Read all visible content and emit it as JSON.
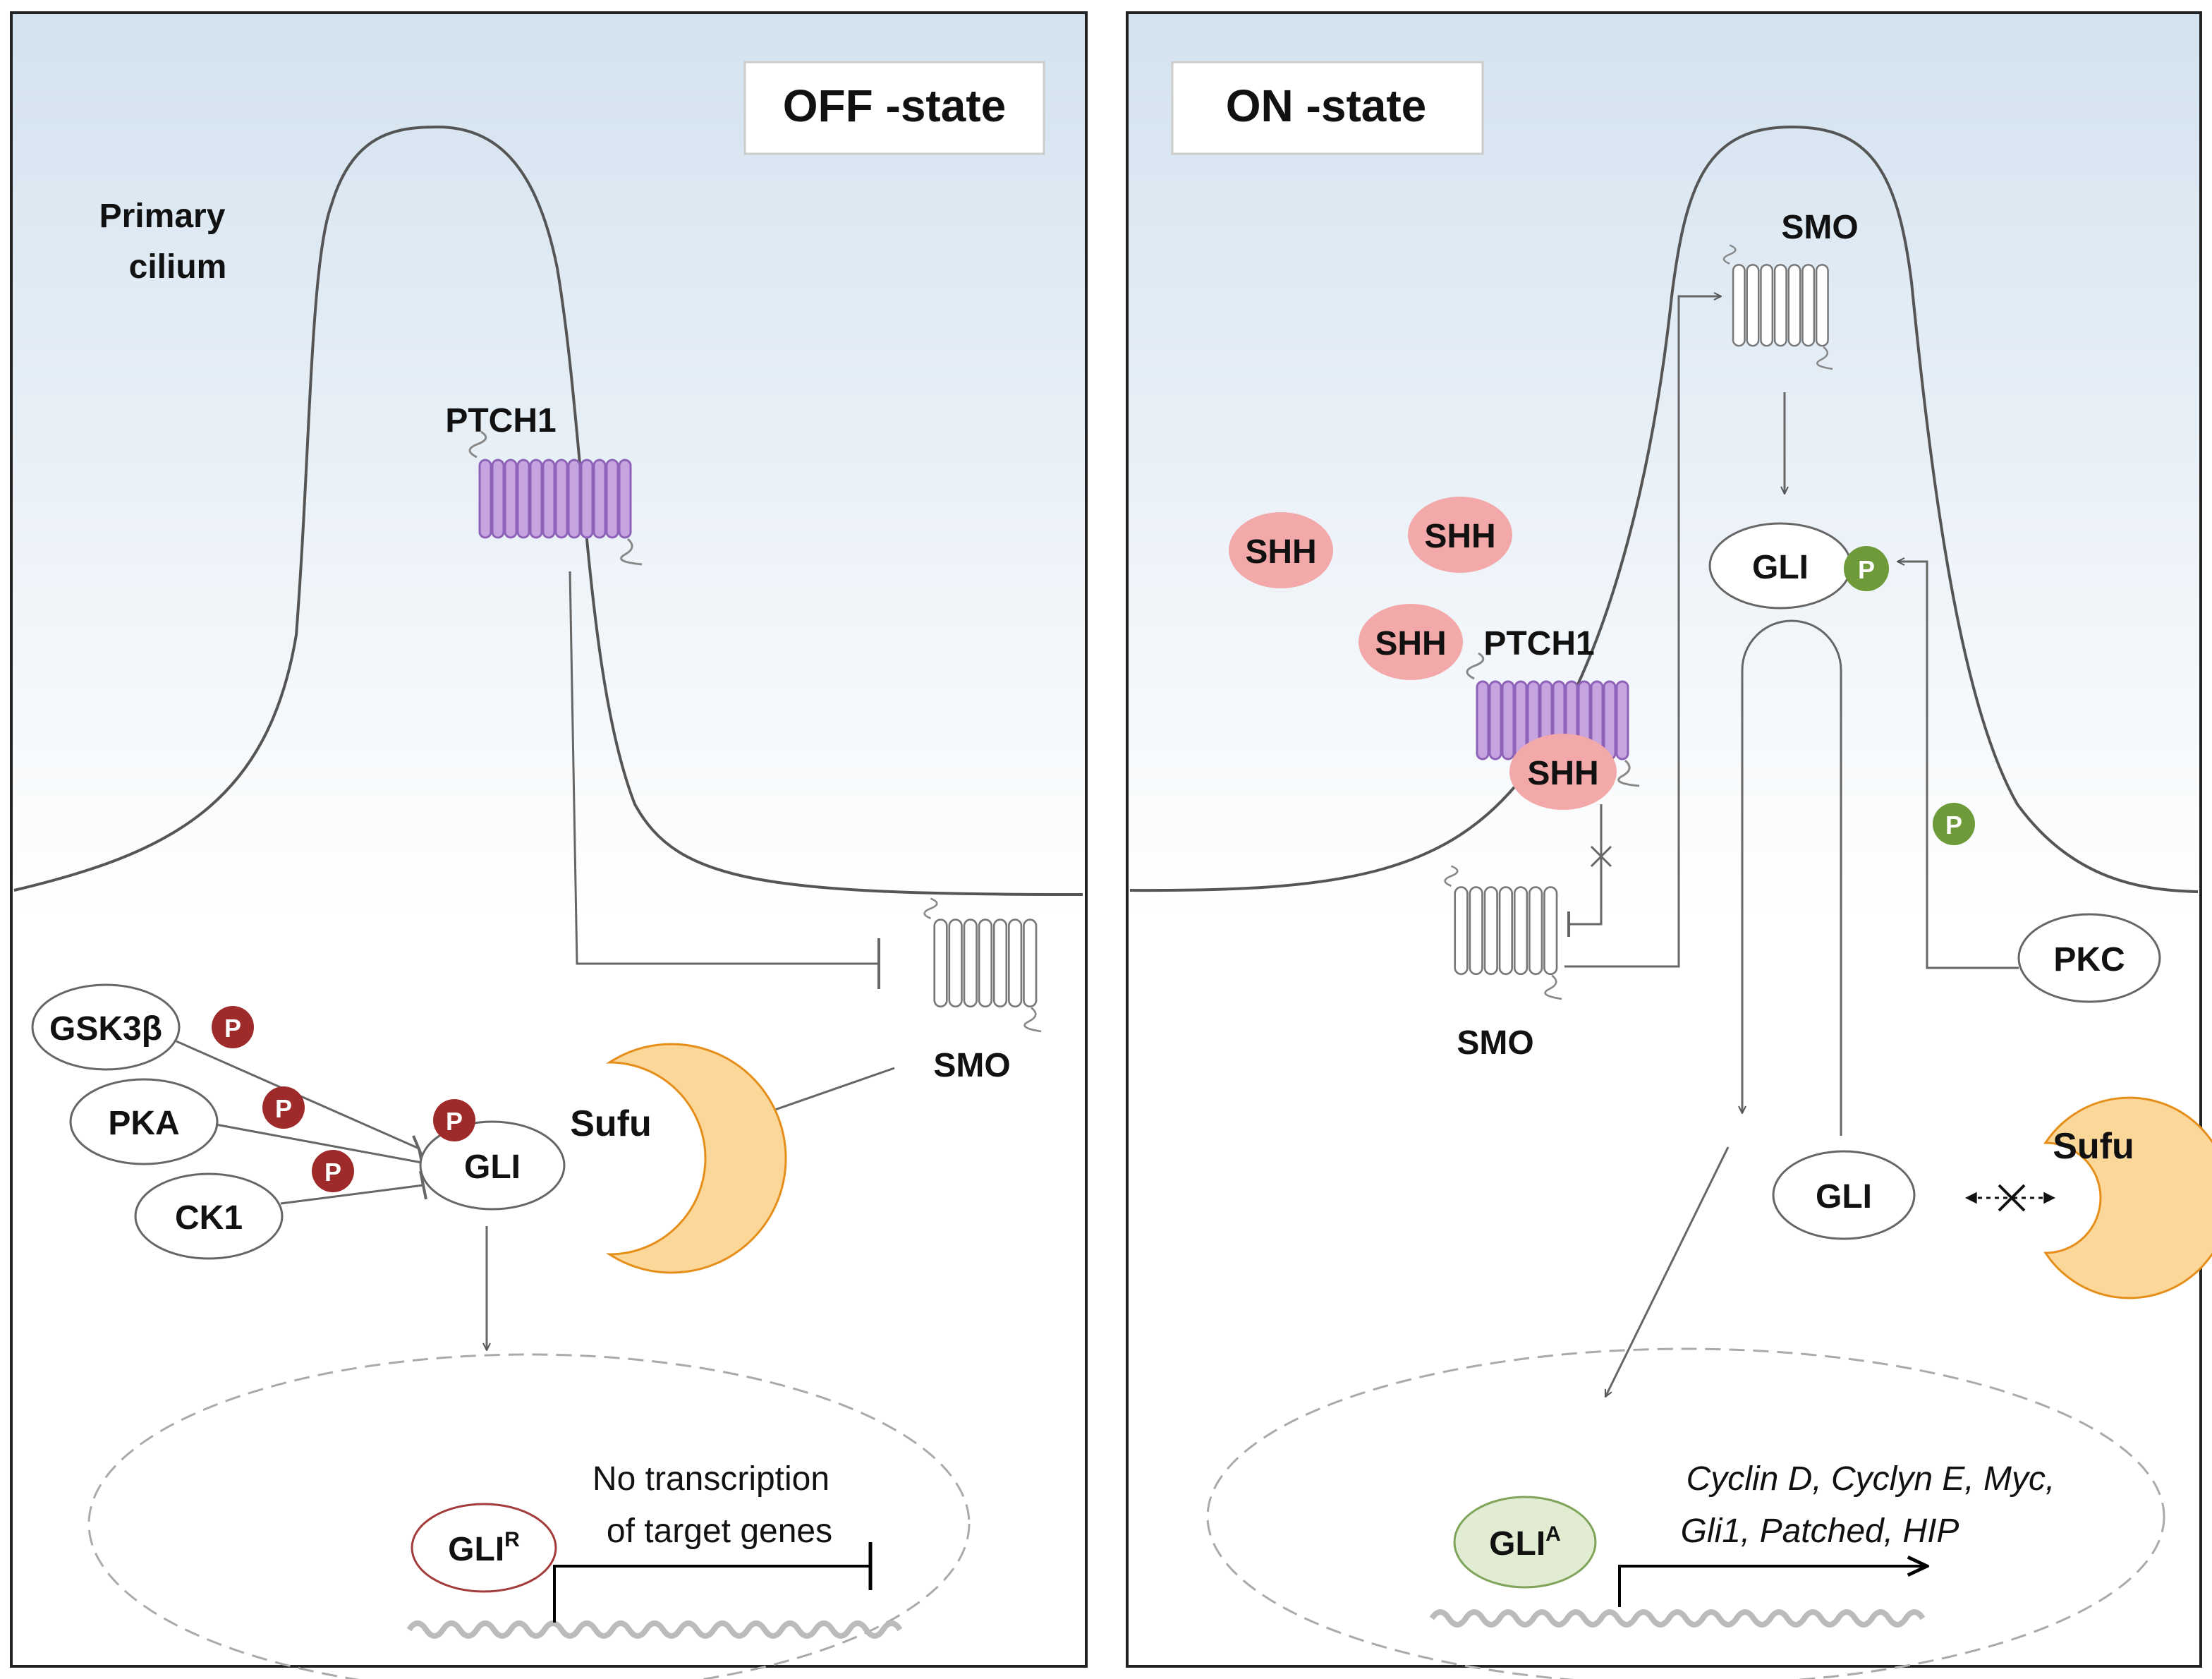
{
  "panels": {
    "off": {
      "title": "OFF -state",
      "cilium_label_line1": "Primary",
      "cilium_label_line2": "cilium",
      "ptch1": "PTCH1",
      "smo": "SMO",
      "kinases": [
        "GSK3β",
        "PKA",
        "CK1"
      ],
      "phospho": "P",
      "gli": "GLI",
      "sufu": "Sufu",
      "gli_repressor": "GLI",
      "gli_repressor_sup": "R",
      "no_transcription_line1": "No transcription",
      "no_transcription_line2": "of target genes"
    },
    "on": {
      "title": "ON -state",
      "smo_cilium": "SMO",
      "shh": "SHH",
      "ptch1": "PTCH1",
      "smo_membrane": "SMO",
      "gli_cilium": "GLI",
      "phospho": "P",
      "pkc": "PKC",
      "gli_free": "GLI",
      "sufu": "Sufu",
      "gli_activator": "GLI",
      "gli_activator_sup": "A",
      "targets_line1": "Cyclin D, Cyclyn E, Myc,",
      "targets_line2": "Gli1, Patched, HIP"
    }
  },
  "colors": {
    "panel_gradient_top": "#d3e2ef",
    "line": "#555555",
    "membrane": "#555555",
    "ptch1_fill": "#c6a4e0",
    "ptch1_stroke": "#8e62b8",
    "shh_fill": "#f3a9a9",
    "sufu_fill": "#fbd79a",
    "sufu_stroke": "#e58e1a",
    "phospho_red": "#9e2a2a",
    "phospho_green": "#6e9a3a",
    "gli_r_stroke": "#a33b3b",
    "gli_a_fill": "#e1ecd2",
    "gli_a_stroke": "#7fa45a",
    "dna": "#bbbbbb"
  }
}
